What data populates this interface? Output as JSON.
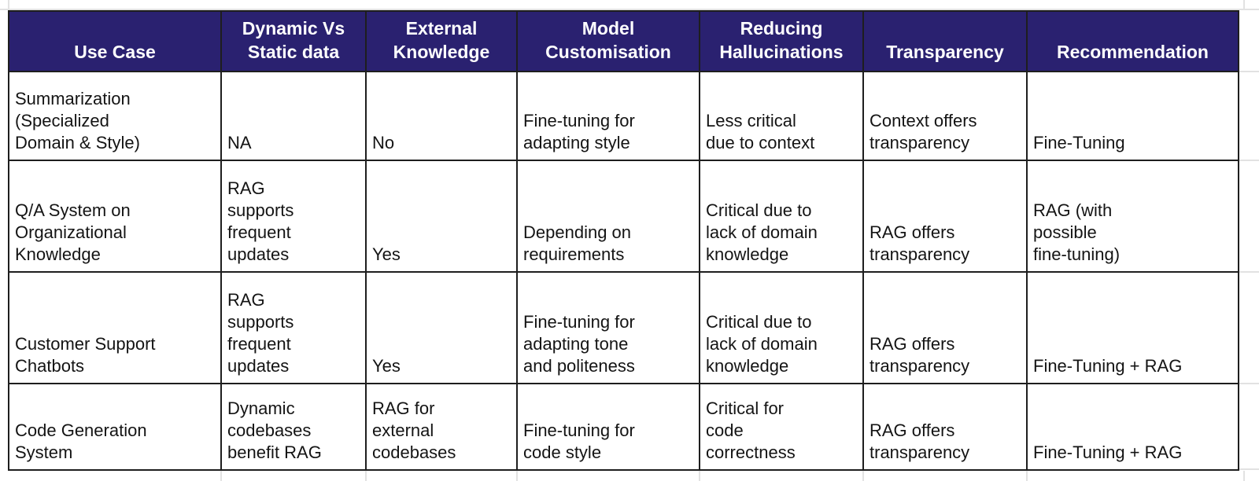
{
  "table": {
    "title_semantic": "RAG vs Fine-Tuning use case comparison table",
    "header_bg_color": "#2a2170",
    "header_text_color": "#ffffff",
    "body_text_color": "#141414",
    "border_color": "#1e1e1e",
    "gridline_color": "#e2e2e2",
    "columns": [
      {
        "label": "Use Case"
      },
      {
        "label": "Dynamic Vs\nStatic data"
      },
      {
        "label": "External\nKnowledge"
      },
      {
        "label": "Model\nCustomisation"
      },
      {
        "label": "Reducing\nHallucinations"
      },
      {
        "label": "Transparency"
      },
      {
        "label": "Recommendation"
      }
    ],
    "rows": [
      {
        "cells": [
          "Summarization\n(Specialized\nDomain & Style)",
          "NA",
          "No",
          "Fine-tuning for\nadapting style",
          "Less critical\ndue to context",
          "Context offers\ntransparency",
          "Fine-Tuning"
        ]
      },
      {
        "cells": [
          "Q/A System on\nOrganizational\nKnowledge",
          "RAG\nsupports\nfrequent\nupdates",
          "Yes",
          "Depending on\nrequirements",
          "Critical due to\nlack of domain\nknowledge",
          "RAG offers\ntransparency",
          "RAG (with\npossible\nfine-tuning)"
        ]
      },
      {
        "cells": [
          "Customer Support\nChatbots",
          "RAG\nsupports\nfrequent\nupdates",
          "Yes",
          "Fine-tuning for\nadapting tone\nand politeness",
          "Critical due to\nlack of domain\nknowledge",
          "RAG offers\ntransparency",
          "Fine-Tuning + RAG"
        ]
      },
      {
        "cells": [
          "Code Generation\nSystem",
          "Dynamic\ncodebases\nbenefit RAG",
          "RAG for\nexternal\ncodebases",
          "Fine-tuning for\ncode style",
          "Critical for\ncode\ncorrectness",
          "RAG offers\ntransparency",
          "Fine-Tuning + RAG"
        ]
      }
    ]
  }
}
